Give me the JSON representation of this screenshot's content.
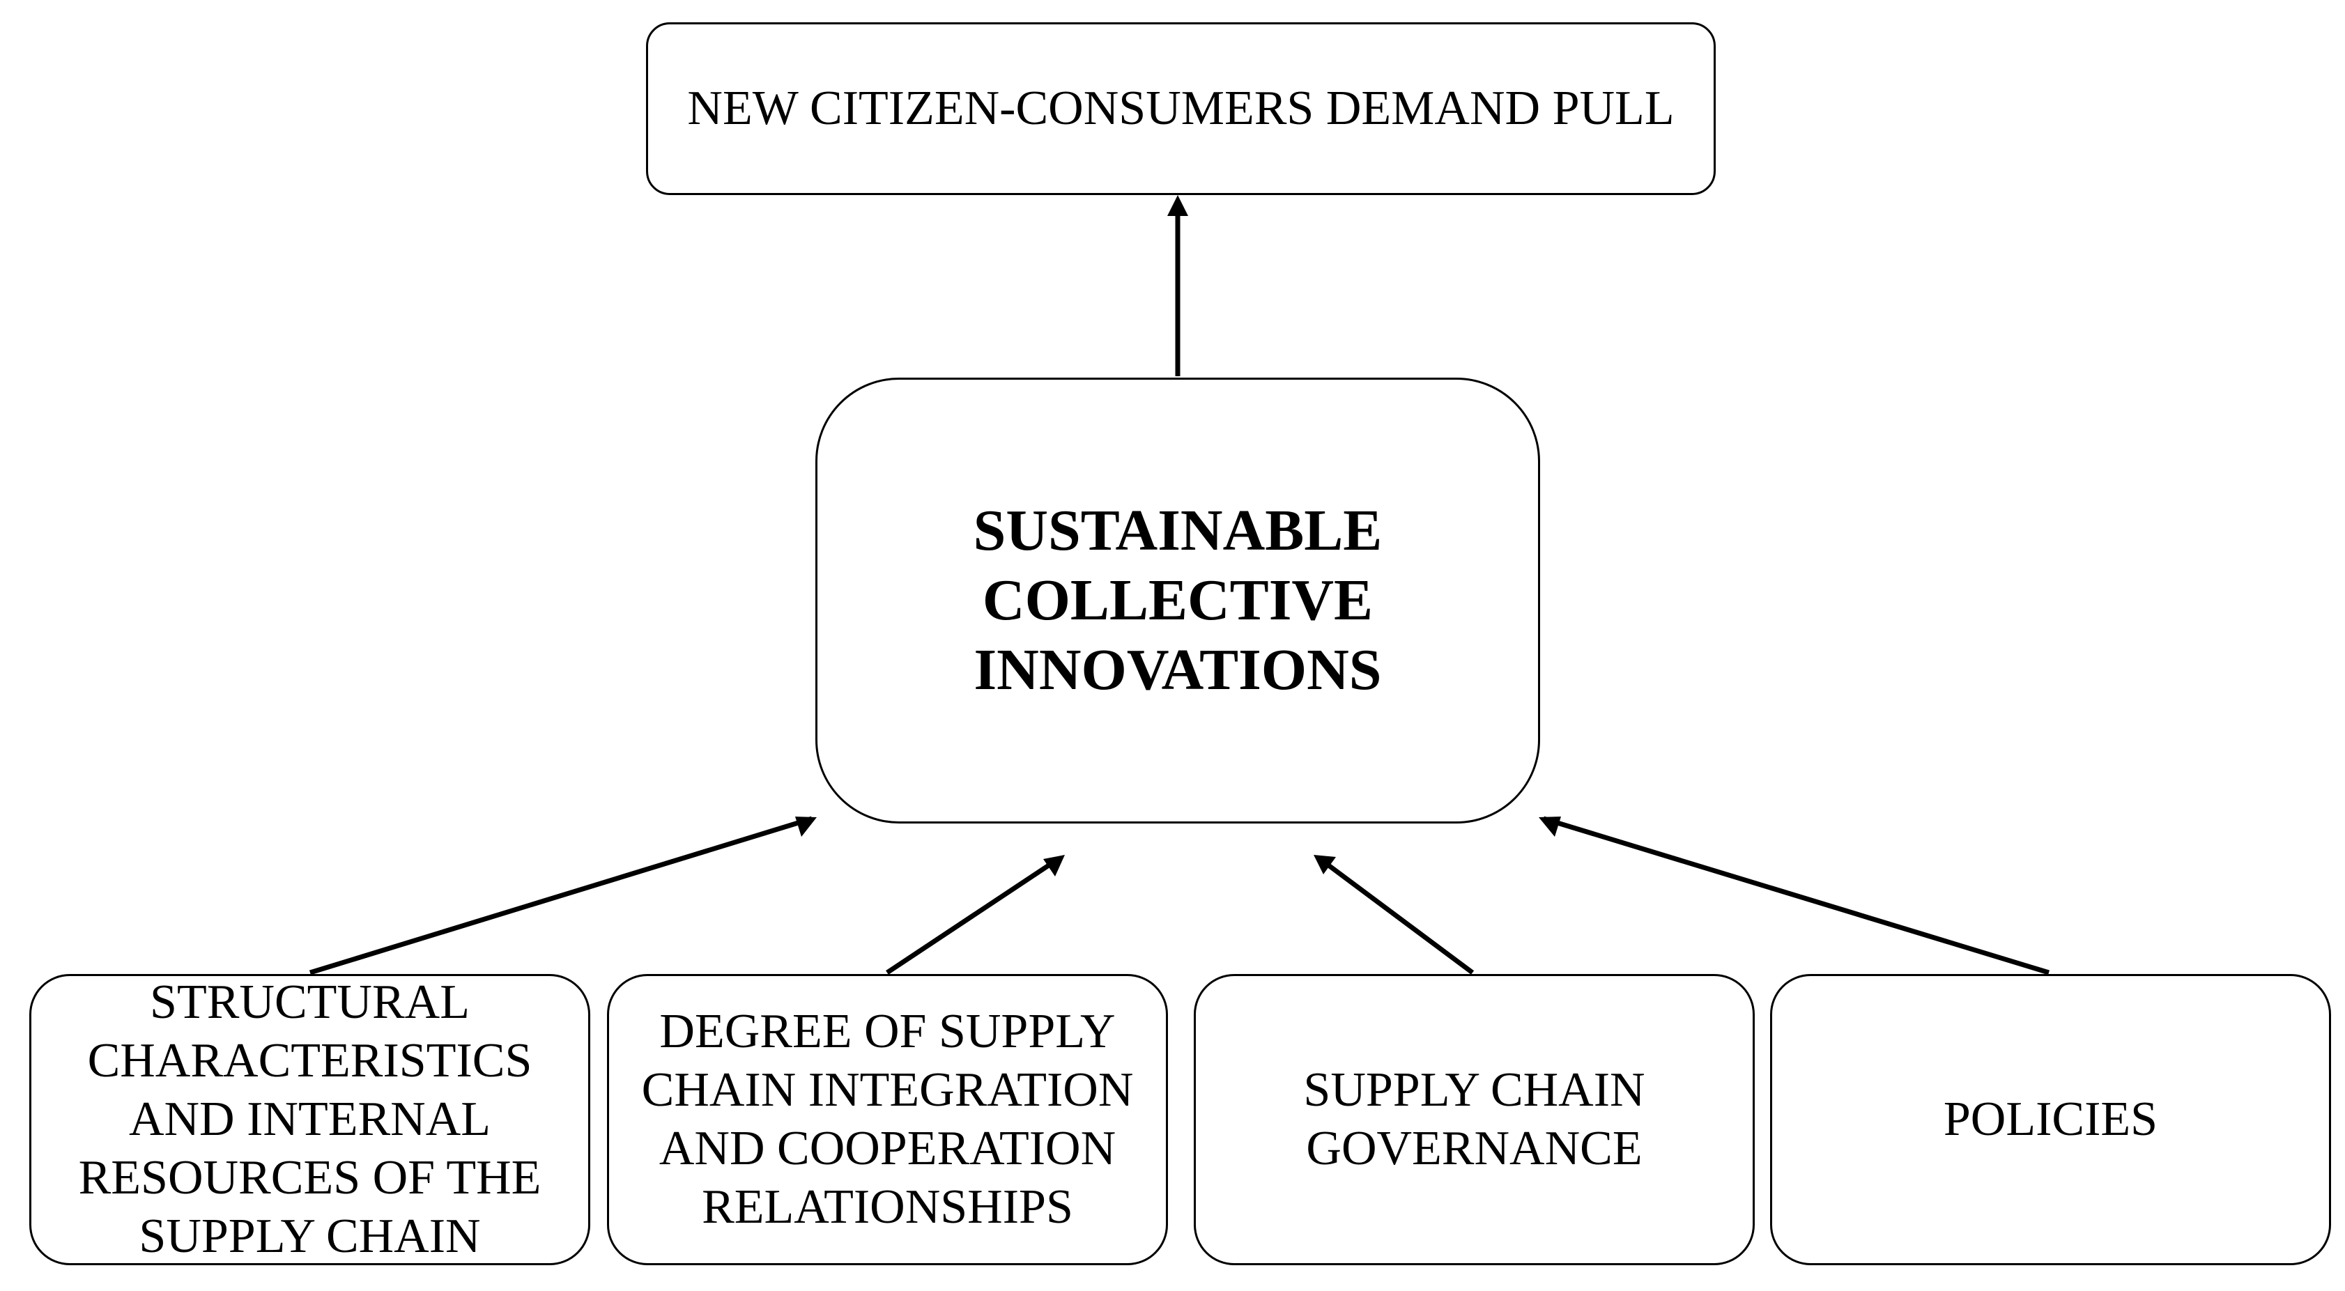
{
  "diagram": {
    "top_box": {
      "text": "NEW CITIZEN-CONSUMERS DEMAND PULL"
    },
    "center_box": {
      "text": "SUSTAINABLE COLLECTIVE INNOVATIONS"
    },
    "bottom_boxes": [
      {
        "text": "STRUCTURAL CHARACTERISTICS AND INTERNAL RESOURCES OF THE SUPPLY CHAIN"
      },
      {
        "text": "DEGREE OF SUPPLY CHAIN INTEGRATION AND COOPERATION RELATIONSHIPS"
      },
      {
        "text": "SUPPLY CHAIN GOVERNANCE"
      },
      {
        "text": "POLICIES"
      }
    ]
  }
}
